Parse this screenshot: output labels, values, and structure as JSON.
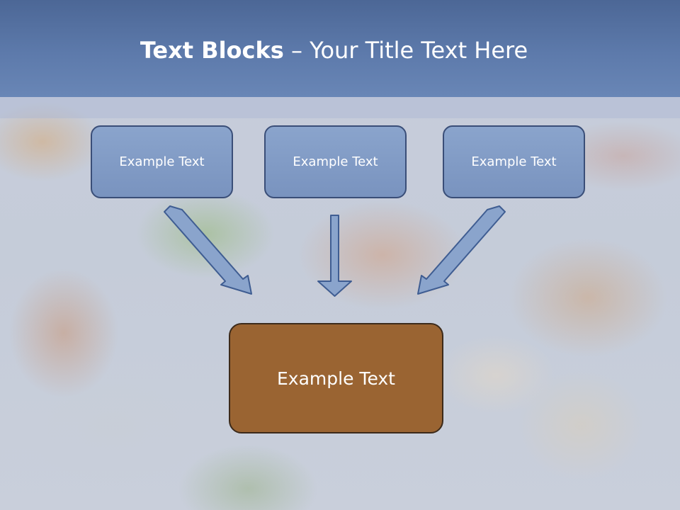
{
  "slide": {
    "title_bold": "Text Blocks",
    "title_rest": " – Your Title Text Here"
  },
  "blocks": [
    {
      "label": "Example Text"
    },
    {
      "label": "Example Text"
    },
    {
      "label": "Example Text"
    }
  ],
  "main_block": {
    "label": "Example Text",
    "color": "#9a6432"
  },
  "colors": {
    "header": "#5d7aab",
    "block_fill": "#8aa4cc",
    "block_border": "#3a4e78",
    "arrow_fill": "#8aa4cc"
  }
}
